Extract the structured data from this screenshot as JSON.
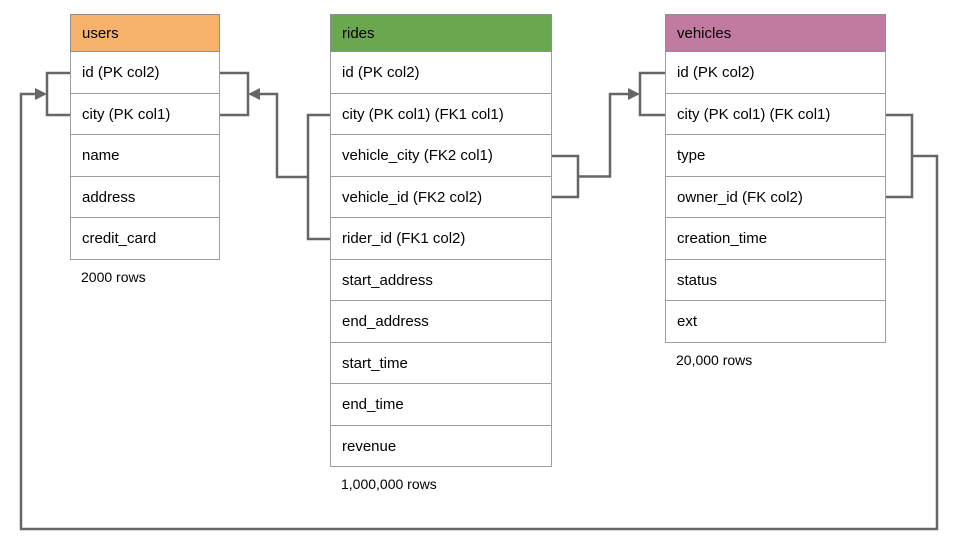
{
  "diagram": {
    "type": "entity-relationship",
    "background_color": "#ffffff",
    "connector_color": "#666666",
    "table_border_color": "#9e9e9e"
  },
  "tables": [
    {
      "id": "users",
      "name": "users",
      "header_color": "#f6b26b",
      "columns": [
        "id (PK col2)",
        "city (PK col1)",
        "name",
        "address",
        "credit_card"
      ],
      "row_count": "2000 rows"
    },
    {
      "id": "rides",
      "name": "rides",
      "header_color": "#6aa84f",
      "columns": [
        "id (PK col2)",
        "city (PK col1) (FK1 col1)",
        "vehicle_city (FK2 col1)",
        "vehicle_id (FK2 col2)",
        "rider_id (FK1 col2)",
        "start_address",
        "end_address",
        "start_time",
        "end_time",
        "revenue"
      ],
      "row_count": "1,000,000 rows"
    },
    {
      "id": "vehicles",
      "name": "vehicles",
      "header_color": "#c27ba0",
      "columns": [
        "id (PK col2)",
        "city (PK col1) (FK col1)",
        "type",
        "owner_id (FK col2)",
        "creation_time",
        "status",
        "ext"
      ],
      "row_count": "20,000 rows"
    }
  ],
  "relationships": [
    {
      "name": "FK1",
      "from_table": "rides",
      "from_columns": [
        "city",
        "rider_id"
      ],
      "to_table": "users",
      "to_columns": [
        "city",
        "id"
      ]
    },
    {
      "name": "FK2",
      "from_table": "rides",
      "from_columns": [
        "vehicle_city",
        "vehicle_id"
      ],
      "to_table": "vehicles",
      "to_columns": [
        "city",
        "id"
      ]
    },
    {
      "name": "FK",
      "from_table": "vehicles",
      "from_columns": [
        "city",
        "owner_id"
      ],
      "to_table": "users",
      "to_columns": [
        "city",
        "id"
      ]
    }
  ]
}
